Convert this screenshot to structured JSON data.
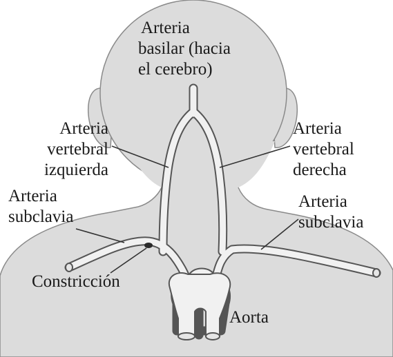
{
  "labels": {
    "basilar": [
      "Arteria",
      "basilar (hacia",
      "el cerebro)"
    ],
    "vertebral_left": [
      "Arteria",
      "vertebral",
      "izquierda"
    ],
    "vertebral_right": [
      "Arteria",
      "vertebral",
      "derecha"
    ],
    "subclavia_left": [
      "Arteria",
      "subclavia"
    ],
    "subclavia_right": [
      "Arteria",
      "subclavia"
    ],
    "constriccion": "Constricción",
    "aorta": "Aorta"
  },
  "colors": {
    "skin_fill": "#dcdcdc",
    "skin_stroke": "#8a8a8a",
    "vessel_fill": "#f1f1f1",
    "vessel_stroke": "#555555",
    "leader_line": "#333333"
  }
}
